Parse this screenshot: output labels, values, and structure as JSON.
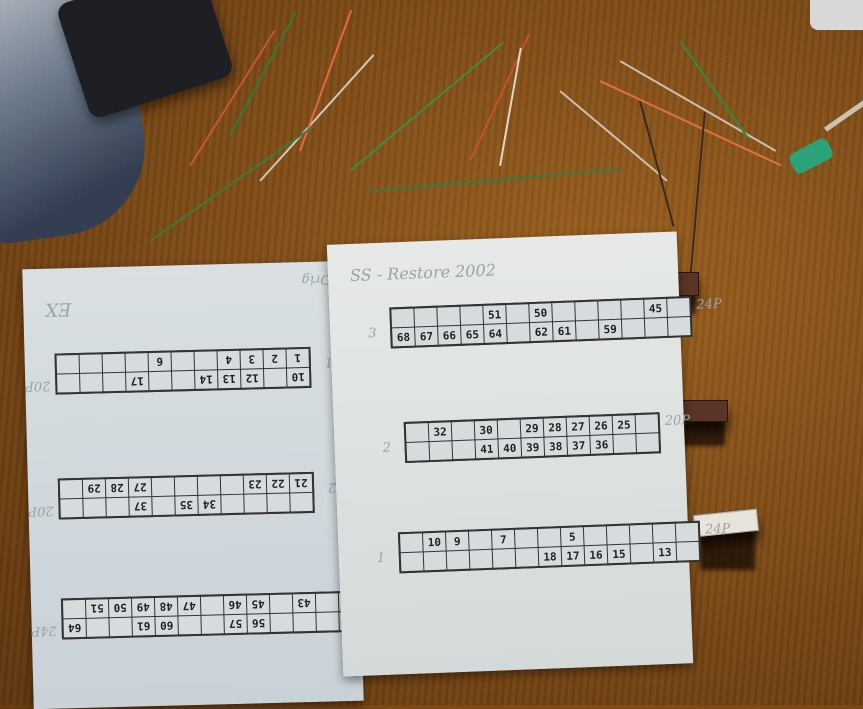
{
  "scene": {
    "description": "Wooden desk with loose stripped wires, connector plugs and two printed pinout diagrams",
    "colors": {
      "desk": "#8a5520",
      "paper": "#dfe4e6",
      "connector_outline": "#333333",
      "plug_brown": "#5a3426",
      "ps2_green": "#2aa27a"
    }
  },
  "objects": [
    {
      "name": "plastic-bag-of-parts",
      "label": "bag of parts"
    },
    {
      "name": "multimeter",
      "label": "multimeter"
    },
    {
      "name": "ps2-plug",
      "label": "green PS/2 plug"
    },
    {
      "name": "loose-wires",
      "label": "stripped wires (red, green, white, orange)"
    },
    {
      "name": "connector-plug-1",
      "label": "brown connector with wires"
    },
    {
      "name": "connector-plug-2",
      "label": "brown connector with 3 wires"
    },
    {
      "name": "connector-plug-3",
      "label": "white connector with wires"
    }
  ],
  "left_sheet": {
    "title": "EX",
    "corner_note": "Orig",
    "connectors": [
      {
        "id": "1",
        "size_label": "20P",
        "upside_down": true,
        "top_row": [
          "10",
          "",
          "12",
          "13",
          "14",
          "",
          "",
          "17",
          "",
          "",
          ""
        ],
        "bottom_row": [
          "1",
          "2",
          "3",
          "4",
          "",
          "",
          "6",
          "",
          "",
          ""
        ]
      },
      {
        "id": "2",
        "size_label": "20P",
        "upside_down": true,
        "top_row": [
          "",
          "",
          "",
          "",
          "34",
          "35",
          "",
          "37",
          "",
          "",
          ""
        ],
        "bottom_row": [
          "21",
          "22",
          "23",
          "",
          "",
          "",
          "",
          "27",
          "28",
          "29"
        ]
      },
      {
        "id": "3",
        "size_label": "24P",
        "upside_down": true,
        "top_row": [
          "",
          "",
          "",
          "",
          "56",
          "57",
          "",
          "",
          "60",
          "61",
          "",
          "",
          "64"
        ],
        "bottom_row": [
          "",
          "",
          "43",
          "",
          "45",
          "46",
          "",
          "47",
          "48",
          "49",
          "50",
          "51"
        ]
      }
    ]
  },
  "right_sheet": {
    "title": "SS - Restore 2002",
    "connectors": [
      {
        "id": "3",
        "size_label": "24P",
        "top_row": [
          "",
          "",
          "",
          "",
          "51",
          "",
          "50",
          "",
          "",
          "",
          "",
          "45"
        ],
        "bottom_row": [
          "68",
          "67",
          "66",
          "65",
          "64",
          "",
          "62",
          "61",
          "",
          "59",
          "",
          "",
          ""
        ]
      },
      {
        "id": "2",
        "size_label": "20P",
        "top_row": [
          "",
          "32",
          "",
          "30",
          "",
          "29",
          "28",
          "27",
          "26",
          "25"
        ],
        "bottom_row": [
          "",
          "",
          "",
          "41",
          "40",
          "39",
          "38",
          "37",
          "36",
          "",
          ""
        ]
      },
      {
        "id": "1",
        "size_label": "24P",
        "top_row": [
          "",
          "10",
          "9",
          "",
          "7",
          "",
          "",
          "5",
          "",
          "",
          "",
          ""
        ],
        "bottom_row": [
          "",
          "",
          "",
          "",
          "",
          "",
          "18",
          "17",
          "16",
          "15",
          "",
          "13",
          ""
        ]
      }
    ]
  }
}
